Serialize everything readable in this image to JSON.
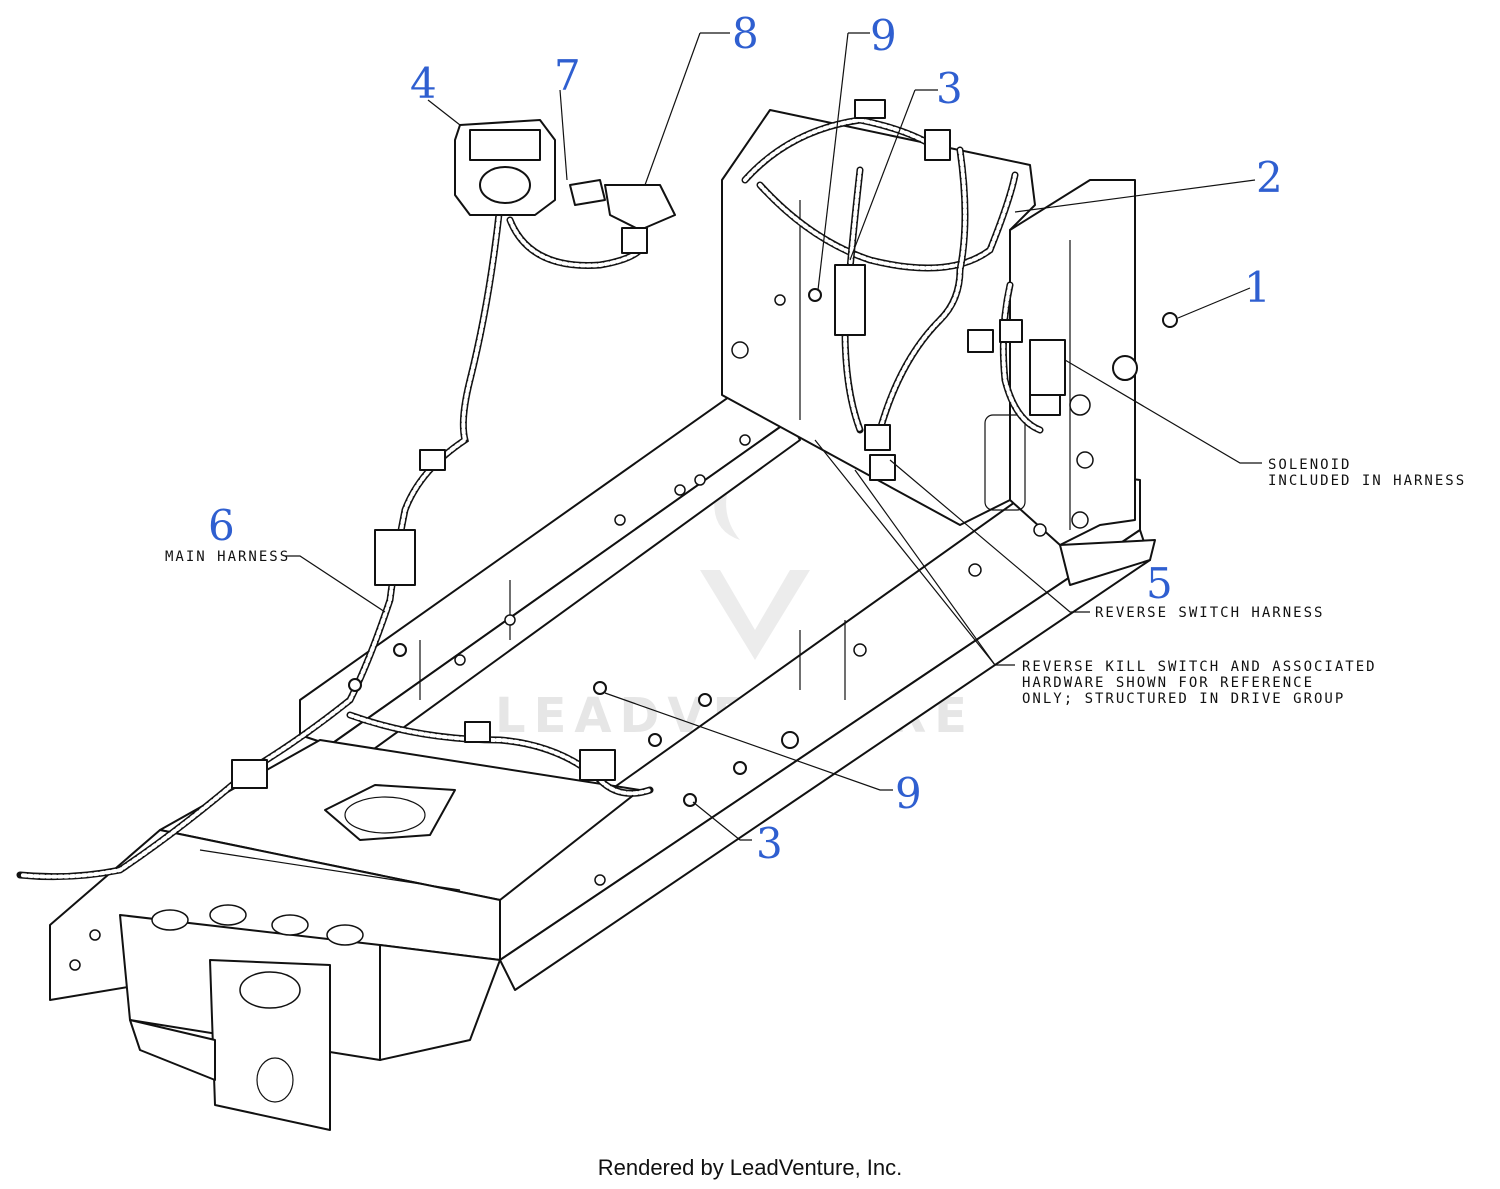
{
  "callouts": [
    {
      "id": "1",
      "label": "1"
    },
    {
      "id": "2",
      "label": "2"
    },
    {
      "id": "3a",
      "label": "3"
    },
    {
      "id": "3b",
      "label": "3"
    },
    {
      "id": "4",
      "label": "4"
    },
    {
      "id": "5",
      "label": "5"
    },
    {
      "id": "6",
      "label": "6"
    },
    {
      "id": "7",
      "label": "7"
    },
    {
      "id": "8",
      "label": "8"
    },
    {
      "id": "9a",
      "label": "9"
    },
    {
      "id": "9b",
      "label": "9"
    }
  ],
  "notes": {
    "main_harness": "MAIN HARNESS",
    "solenoid_line1": "SOLENOID",
    "solenoid_line2": "INCLUDED IN HARNESS",
    "reverse_switch": "REVERSE SWITCH HARNESS",
    "reverse_kill_line1": "REVERSE KILL SWITCH AND ASSOCIATED",
    "reverse_kill_line2": "HARDWARE SHOWN FOR REFERENCE",
    "reverse_kill_line3": "ONLY; STRUCTURED IN DRIVE GROUP"
  },
  "watermark": "LEADVENTURE",
  "footer": "Rendered by LeadVenture, Inc.",
  "colors": {
    "callout": "#2f5fd0",
    "line": "#111111",
    "watermark": "#e6e6e6"
  }
}
